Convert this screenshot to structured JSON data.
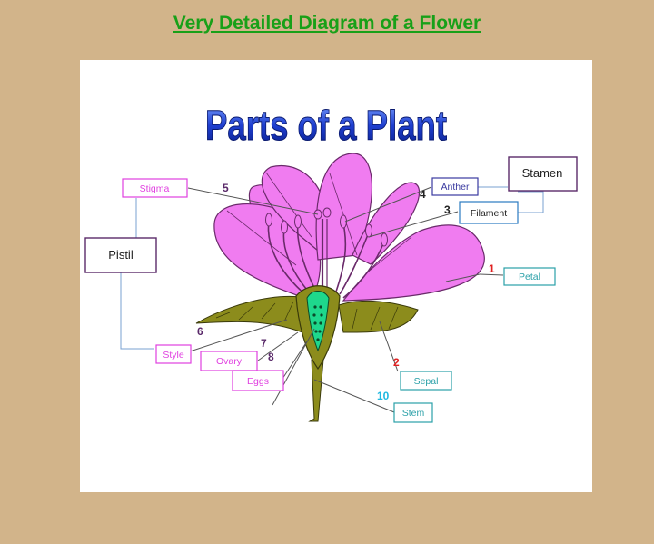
{
  "slide": {
    "title": "Very Detailed Diagram of a Flower"
  },
  "diagram": {
    "headline": "Parts of a Plant",
    "groups": {
      "stamen": "Stamen",
      "pistil": "Pistil"
    },
    "labels": {
      "stigma": "Stigma",
      "anther": "Anther",
      "filament": "Filament",
      "petal": "Petal",
      "style": "Style",
      "ovary": "Ovary",
      "eggs": "Eggs",
      "sepal": "Sepal",
      "stem": "Stem"
    },
    "numbers": {
      "petal": "1",
      "sepal": "2",
      "filament": "3",
      "anther": "4",
      "stigma": "5",
      "style": "6",
      "ovary": "7",
      "eggs": "8",
      "stem": "10"
    },
    "colors": {
      "background": "#d2b48a",
      "title": "#18a018",
      "petal": "#f07cf0",
      "stem": "#8c8c1c",
      "ovary": "#1ed88c",
      "pistil_box": "#e040e0",
      "stamen_box": "#3a3aa0",
      "teal_box": "#2aa0a8",
      "number_red": "#e02020",
      "number_purple": "#5a2a6a",
      "number_cyan": "#20b8e0"
    }
  }
}
